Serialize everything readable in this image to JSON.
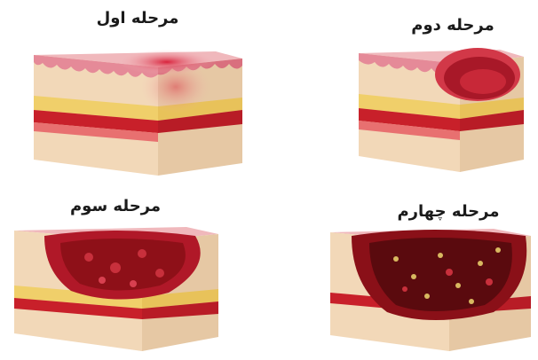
{
  "stages": [
    {
      "id": "stage1",
      "label": "مرحله اول"
    },
    {
      "id": "stage2",
      "label": "مرحله دوم"
    },
    {
      "id": "stage3",
      "label": "مرحله سوم"
    },
    {
      "id": "stage4",
      "label": "مرحله چهارم"
    }
  ],
  "colors": {
    "epidermis": "#e8a0a8",
    "dermis": "#f2d8b8",
    "fat": "#f0cf6a",
    "muscle": "#c8202a",
    "side_dark": "#b89a78",
    "wound": "#a01420",
    "wound_deep": "#5a0a0e"
  }
}
